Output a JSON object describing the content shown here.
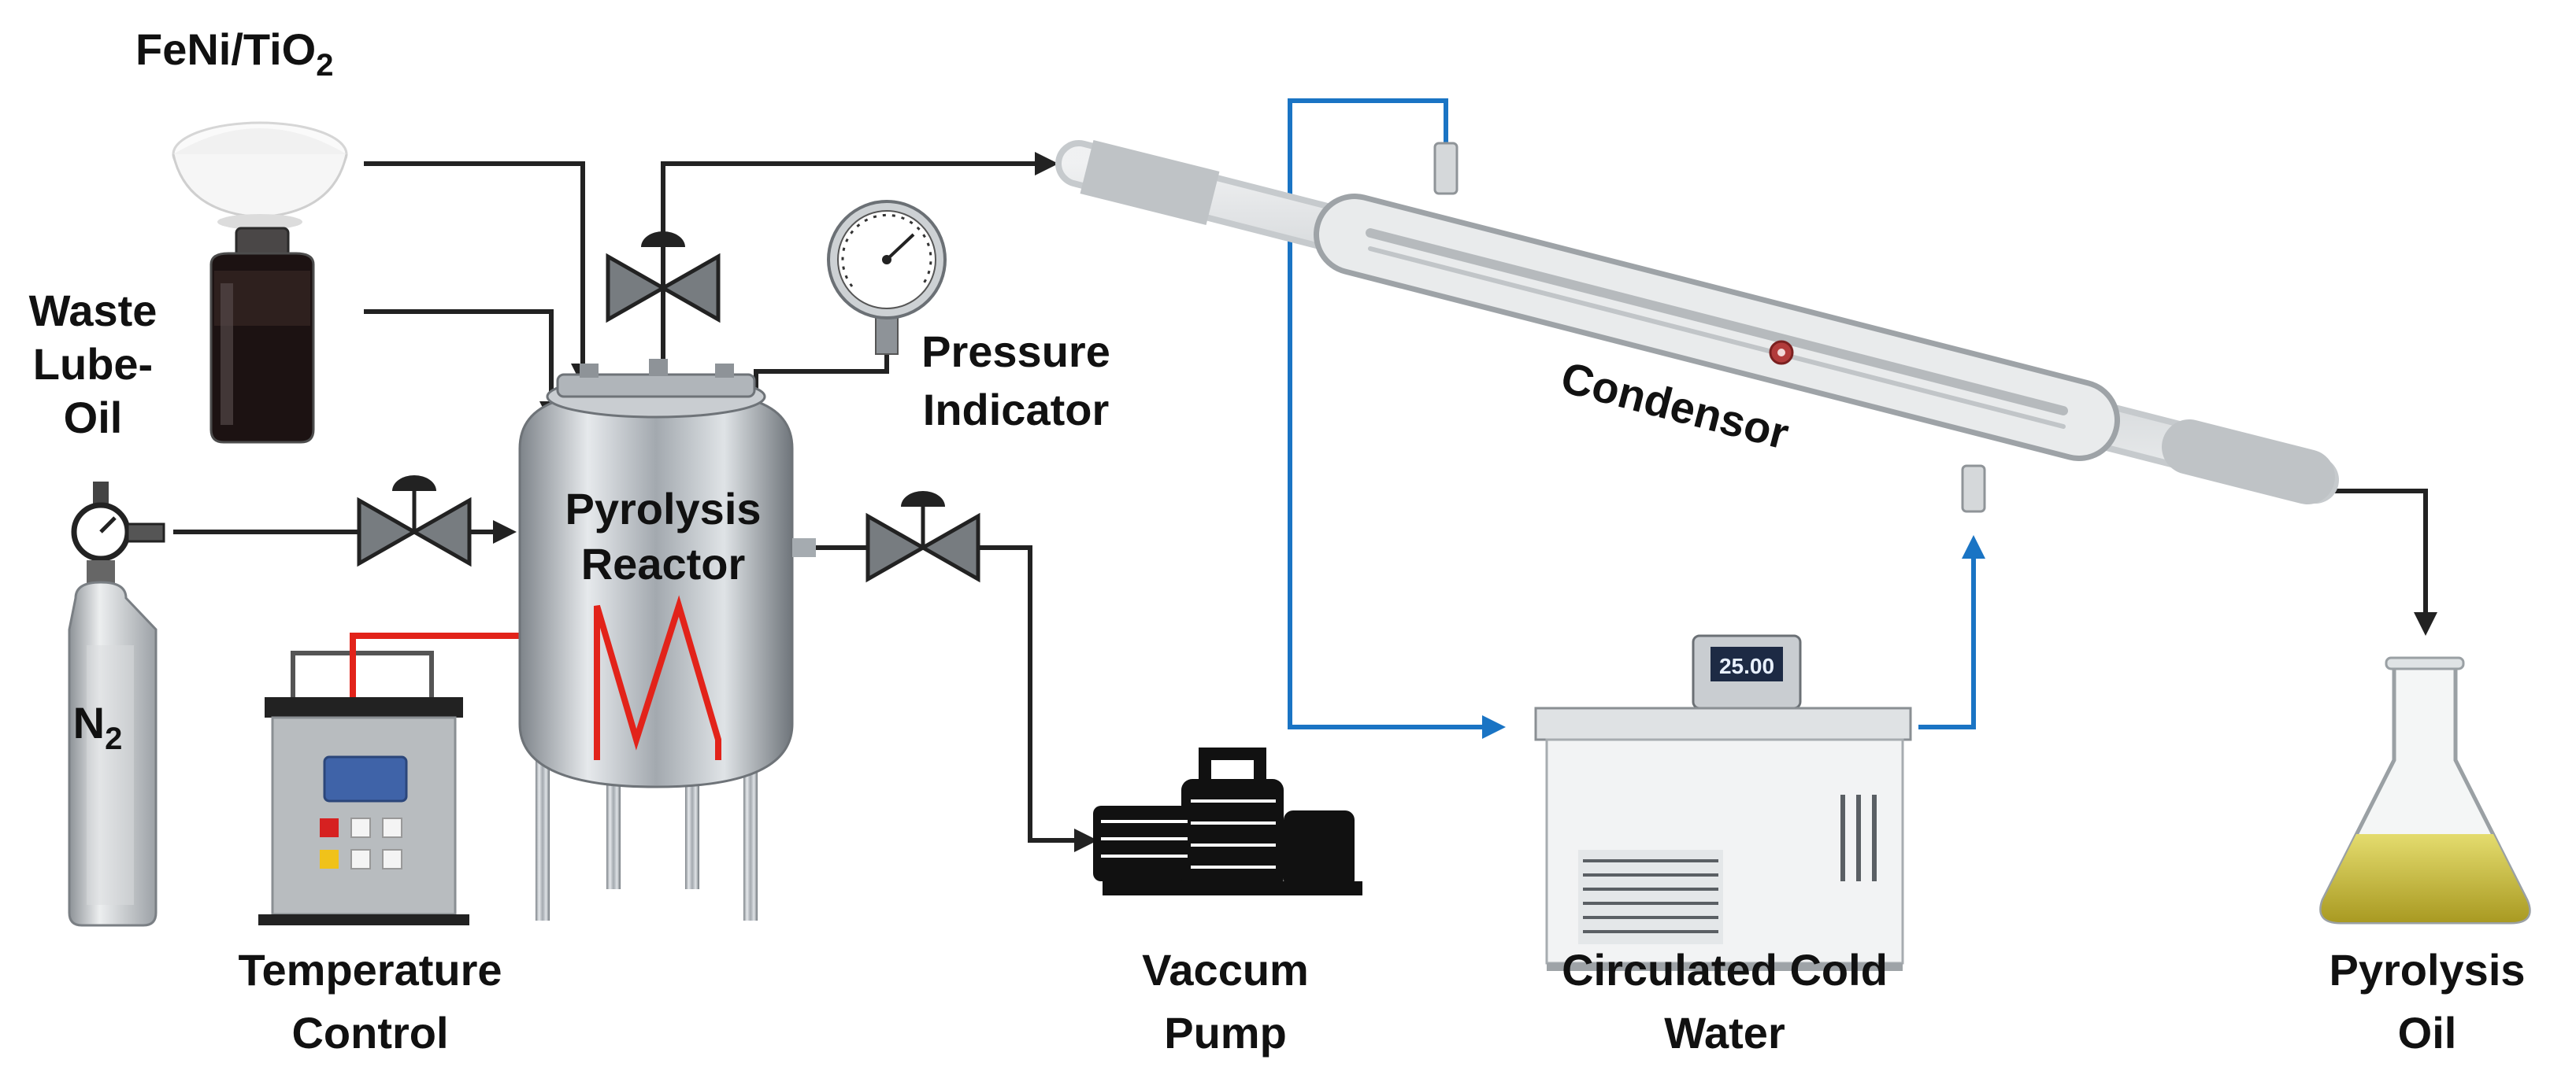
{
  "labels": {
    "catalyst_main": "FeNi/TiO",
    "catalyst_sub": "2",
    "waste_line1": "Waste",
    "waste_line2": "Lube-",
    "waste_line3": "Oil",
    "pressure_line1": "Pressure",
    "pressure_line2": "Indicator",
    "reactor_line1": "Pyrolysis",
    "reactor_line2": "Reactor",
    "condensor": "Condensor",
    "nitrogen_main": "N",
    "nitrogen_sub": "2",
    "temp_line1": "Temperature",
    "temp_line2": "Control",
    "vacuum_line1": "Vaccum",
    "vacuum_line2": "Pump",
    "water_line1": "Circulated Cold",
    "water_line2": "Water",
    "oil_line1": "Pyrolysis",
    "oil_line2": "Oil"
  },
  "chiller_display": "25.00",
  "colors": {
    "process_line": "#222222",
    "water_line": "#1a74c4",
    "heater": "#e2231a",
    "oil": "#c9be3c",
    "steel": "#b9bec4"
  }
}
